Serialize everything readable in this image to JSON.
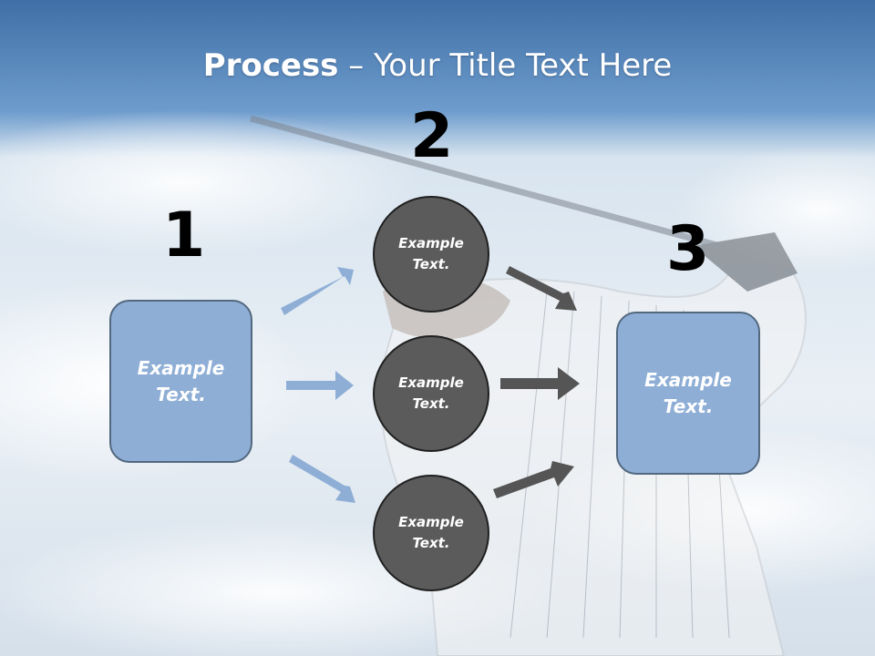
{
  "title": {
    "bold": "Process",
    "rest": " – Your Title Text Here"
  },
  "steps": [
    {
      "number": "1",
      "text": "Example\nText."
    },
    {
      "number": "2",
      "items": [
        "Example\nText.",
        "Example\nText.",
        "Example\nText."
      ]
    },
    {
      "number": "3",
      "text": "Example\nText."
    }
  ],
  "colors": {
    "box_fill": "#8eaed6",
    "circle_fill": "#5b5b5b",
    "left_arrow": "#8eaed6",
    "right_arrow": "#555555"
  }
}
